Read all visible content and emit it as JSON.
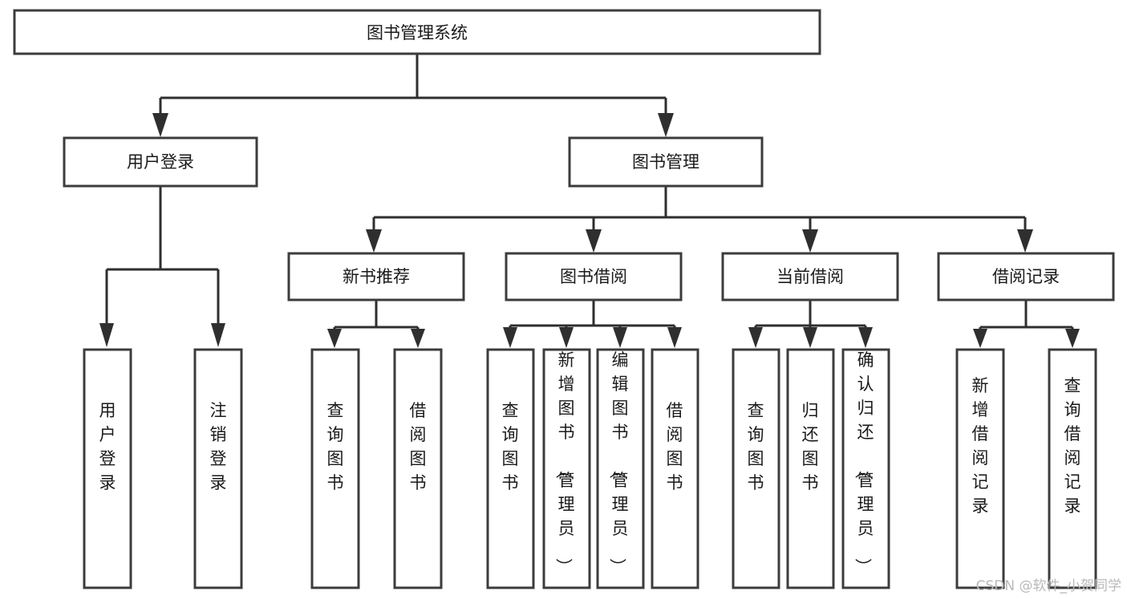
{
  "diagram": {
    "title": "图书管理系统",
    "type": "hierarchy-tree",
    "root": {
      "id": "root",
      "label": "图书管理系统",
      "orientation": "horizontal"
    },
    "level2": [
      {
        "id": "user-login",
        "label": "用户登录",
        "orientation": "horizontal"
      },
      {
        "id": "book-manage",
        "label": "图书管理",
        "orientation": "horizontal"
      }
    ],
    "level3": [
      {
        "id": "new-book-recommend",
        "label": "新书推荐",
        "parent": "book-manage",
        "orientation": "horizontal"
      },
      {
        "id": "book-borrow",
        "label": "图书借阅",
        "parent": "book-manage",
        "orientation": "horizontal"
      },
      {
        "id": "current-borrow",
        "label": "当前借阅",
        "parent": "book-manage",
        "orientation": "horizontal"
      },
      {
        "id": "borrow-record",
        "label": "借阅记录",
        "parent": "book-manage",
        "orientation": "horizontal"
      }
    ],
    "leaves": [
      {
        "id": "leaf-user-login",
        "label": "用户登录",
        "parent": "user-login",
        "orientation": "vertical"
      },
      {
        "id": "leaf-logout-login",
        "label": "注销登录",
        "parent": "user-login",
        "orientation": "vertical"
      },
      {
        "id": "leaf-query-book-1",
        "label": "查询图书",
        "parent": "new-book-recommend",
        "orientation": "vertical"
      },
      {
        "id": "leaf-borrow-book-1",
        "label": "借阅图书",
        "parent": "new-book-recommend",
        "orientation": "vertical"
      },
      {
        "id": "leaf-query-book-2",
        "label": "查询图书",
        "parent": "book-borrow",
        "orientation": "vertical"
      },
      {
        "id": "leaf-add-book",
        "label": "新增图书（管理员）",
        "parent": "book-borrow",
        "orientation": "vertical"
      },
      {
        "id": "leaf-edit-book",
        "label": "编辑图书（管理员）",
        "parent": "book-borrow",
        "orientation": "vertical"
      },
      {
        "id": "leaf-borrow-book-2",
        "label": "借阅图书",
        "parent": "book-borrow",
        "orientation": "vertical"
      },
      {
        "id": "leaf-query-book-3",
        "label": "查询图书",
        "parent": "current-borrow",
        "orientation": "vertical"
      },
      {
        "id": "leaf-return-book",
        "label": "归还图书",
        "parent": "current-borrow",
        "orientation": "vertical"
      },
      {
        "id": "leaf-confirm-return",
        "label": "确认归还（管理员）",
        "parent": "current-borrow",
        "orientation": "vertical"
      },
      {
        "id": "leaf-add-record",
        "label": "新增借阅记录",
        "parent": "borrow-record",
        "orientation": "vertical"
      },
      {
        "id": "leaf-query-record",
        "label": "查询借阅记录",
        "parent": "borrow-record",
        "orientation": "vertical"
      }
    ],
    "colors": {
      "node_fill": "#ffffff",
      "node_stroke": "#3c3c3c",
      "edge_stroke": "#2f2f2f",
      "text": "#1a1a1a",
      "background": "#ffffff",
      "watermark": "#b9b9b9"
    }
  },
  "watermark": {
    "text": "CSDN @软件_小贺同学"
  }
}
